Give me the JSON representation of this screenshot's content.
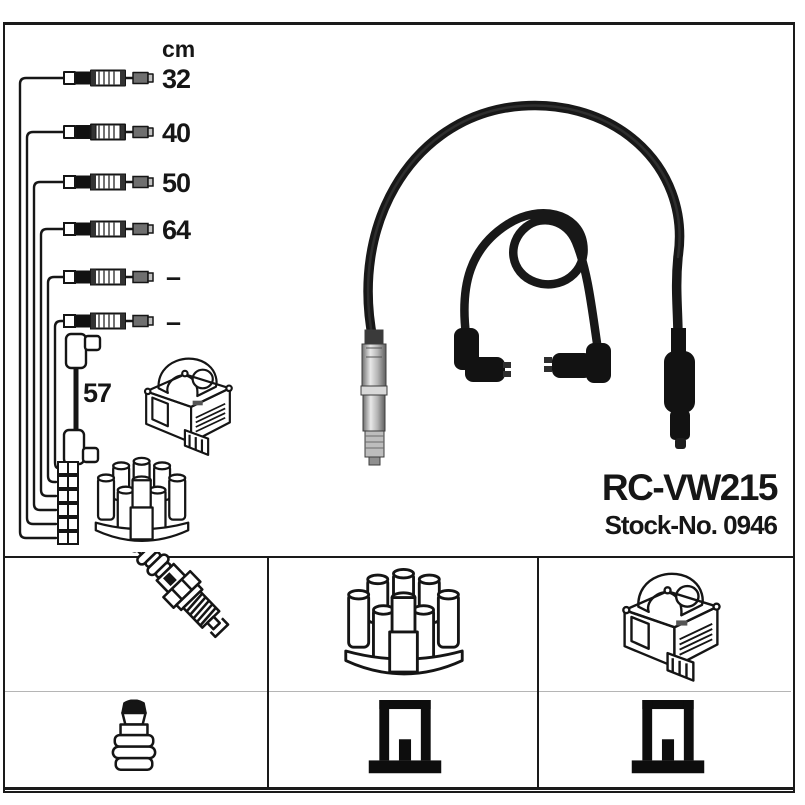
{
  "product": {
    "part_number": "RC-VW215",
    "stock_number": "Stock-No. 0946"
  },
  "schematic": {
    "unit_header": "cm",
    "cable_lengths": [
      "32",
      "40",
      "50",
      "64",
      "–",
      "–"
    ],
    "coil_wire_length": "57",
    "icons": [
      "ignition-coil-icon",
      "distributor-cap-icon"
    ]
  },
  "photo": {
    "description_icons": [
      "straight-metal-connector",
      "angled-boot",
      "angled-boot",
      "straight-black-boot"
    ]
  },
  "legend_table": {
    "rows": [
      {
        "cells": [
          "spark-plug-icon",
          "distributor-cap-icon",
          "ignition-coil-icon"
        ]
      },
      {
        "cells": [
          "plug-terminal-icon",
          "din-terminal-icon",
          "din-terminal-icon"
        ]
      }
    ]
  },
  "colors": {
    "background": "#ffffff",
    "line": "#161616",
    "wire": "#181818",
    "divider_light": "#b5b5b5",
    "metal_gray": "#8a8a8a"
  }
}
